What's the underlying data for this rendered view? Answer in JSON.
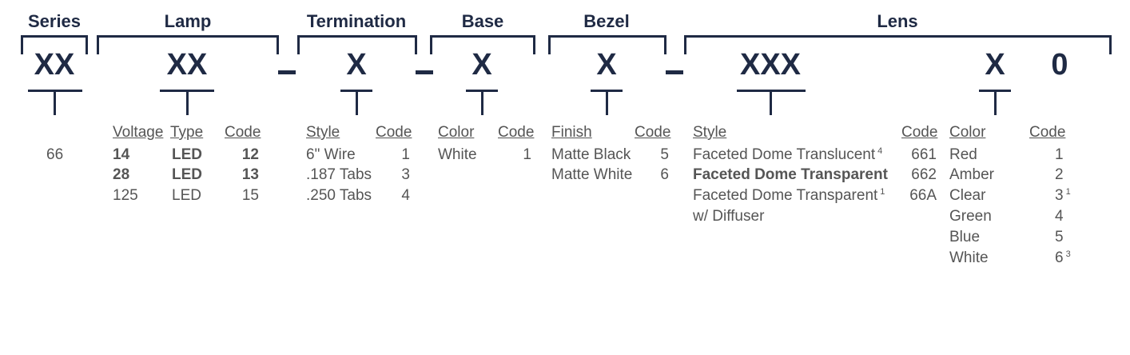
{
  "segments": {
    "series": {
      "header": "Series",
      "placeholder": "XX"
    },
    "lamp": {
      "header": "Lamp",
      "placeholder": "XX"
    },
    "termination": {
      "header": "Termination",
      "placeholder": "X"
    },
    "base": {
      "header": "Base",
      "placeholder": "X"
    },
    "bezel": {
      "header": "Bezel",
      "placeholder": "X"
    },
    "lens": {
      "header": "Lens",
      "placeholder_style": "XXX",
      "placeholder_color": "X",
      "fixed_digit": "0"
    }
  },
  "series_table": {
    "values": [
      "66"
    ]
  },
  "lamp_table": {
    "columns": [
      "Voltage",
      "Type",
      "Code"
    ],
    "rows": [
      {
        "voltage": "14",
        "type": "LED",
        "code": "12",
        "bold": true
      },
      {
        "voltage": "28",
        "type": "LED",
        "code": "13",
        "bold": true
      },
      {
        "voltage": "125",
        "type": "LED",
        "code": "15",
        "bold": false
      }
    ]
  },
  "termination_table": {
    "columns": [
      "Style",
      "Code"
    ],
    "rows": [
      {
        "style": "6\" Wire",
        "code": "1"
      },
      {
        "style": ".187 Tabs",
        "code": "3"
      },
      {
        "style": ".250 Tabs",
        "code": "4"
      }
    ]
  },
  "base_table": {
    "columns": [
      "Color",
      "Code"
    ],
    "rows": [
      {
        "color": "White",
        "code": "1"
      }
    ]
  },
  "bezel_table": {
    "columns": [
      "Finish",
      "Code"
    ],
    "rows": [
      {
        "finish": "Matte Black",
        "code": "5"
      },
      {
        "finish": "Matte White",
        "code": "6"
      }
    ]
  },
  "lens_style_table": {
    "columns": [
      "Style",
      "Code"
    ],
    "rows": [
      {
        "style": "Faceted Dome Translucent",
        "note": "4",
        "code": "661",
        "bold": false
      },
      {
        "style": "Faceted Dome Transparent",
        "note": "",
        "code": "662",
        "bold": true
      },
      {
        "style": "Faceted Dome Transparent",
        "note": "1",
        "code": "66A",
        "bold": false
      },
      {
        "style": "w/ Diffuser",
        "note": "",
        "code": "",
        "bold": false
      }
    ]
  },
  "lens_color_table": {
    "columns": [
      "Color",
      "Code"
    ],
    "rows": [
      {
        "color": "Red",
        "code": "1",
        "note": ""
      },
      {
        "color": "Amber",
        "code": "2",
        "note": ""
      },
      {
        "color": "Clear",
        "code": "3",
        "note": "1"
      },
      {
        "color": "Green",
        "code": "4",
        "note": ""
      },
      {
        "color": "Blue",
        "code": "5",
        "note": ""
      },
      {
        "color": "White",
        "code": "6",
        "note": "3"
      }
    ]
  },
  "colors": {
    "navy": "#1f2a44",
    "text": "#555555"
  }
}
